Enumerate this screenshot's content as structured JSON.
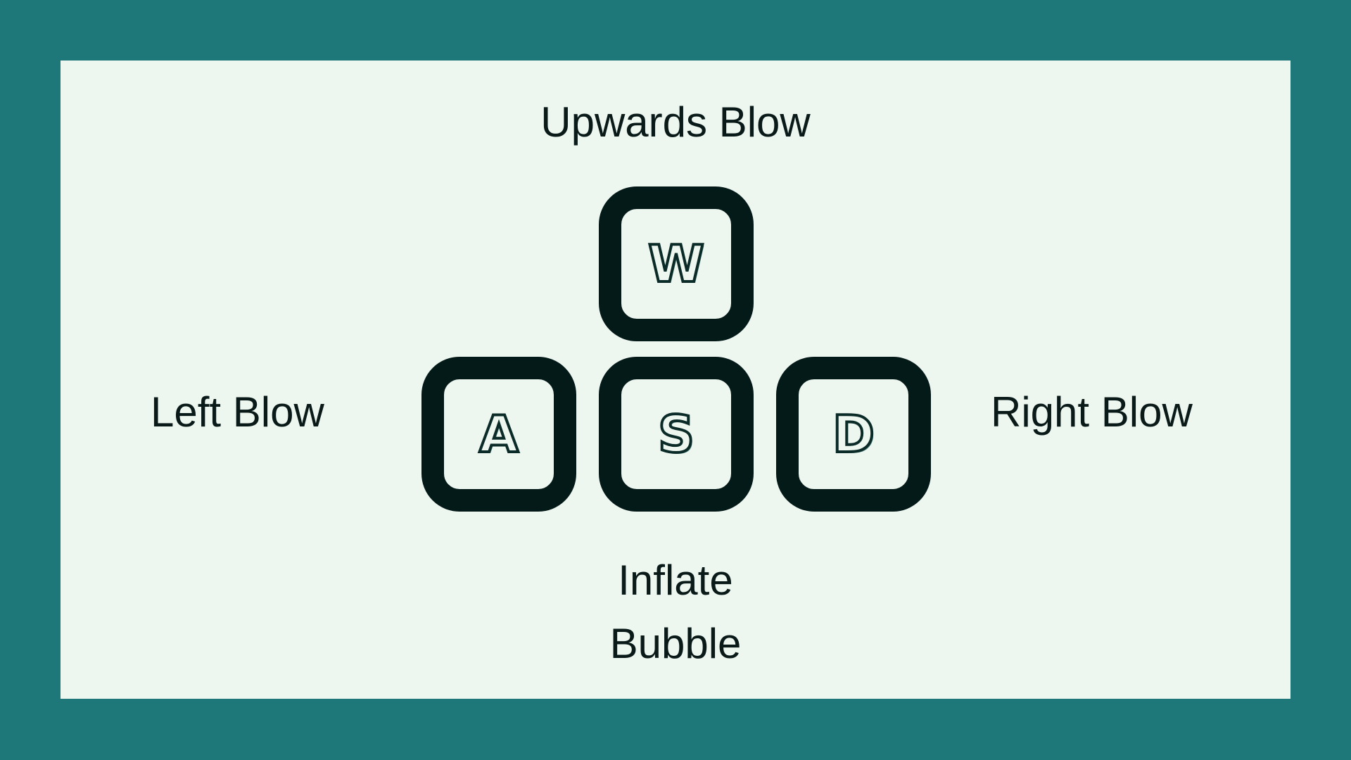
{
  "colors": {
    "frame": "#1e7779",
    "panel": "#eef7ef",
    "key_border": "#041a19",
    "text": "#0a1a19"
  },
  "controls": {
    "up": {
      "key": "W",
      "action": "Upwards Blow"
    },
    "left": {
      "key": "A",
      "action": "Left Blow"
    },
    "down": {
      "key": "S",
      "action_line1": "Inflate",
      "action_line2": "Bubble"
    },
    "right": {
      "key": "D",
      "action": "Right Blow"
    }
  }
}
